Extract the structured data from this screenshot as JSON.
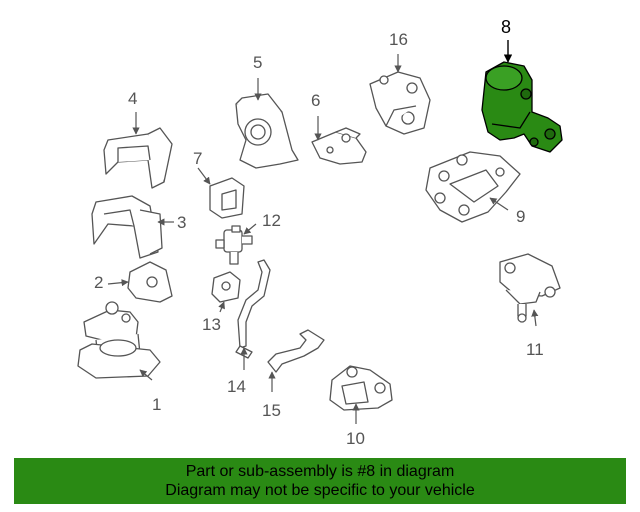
{
  "callouts": {
    "p1": "1",
    "p2": "2",
    "p3": "3",
    "p4": "4",
    "p5": "5",
    "p6": "6",
    "p7": "7",
    "p8": "8",
    "p9": "9",
    "p10": "10",
    "p11": "11",
    "p12": "12",
    "p13": "13",
    "p14": "14",
    "p15": "15",
    "p16": "16"
  },
  "highlight": {
    "part": "8",
    "color": "#2a8a14"
  },
  "banner": {
    "line1": "Part or sub-assembly is #8 in diagram",
    "line2": "Diagram may not be specific to your vehicle"
  }
}
